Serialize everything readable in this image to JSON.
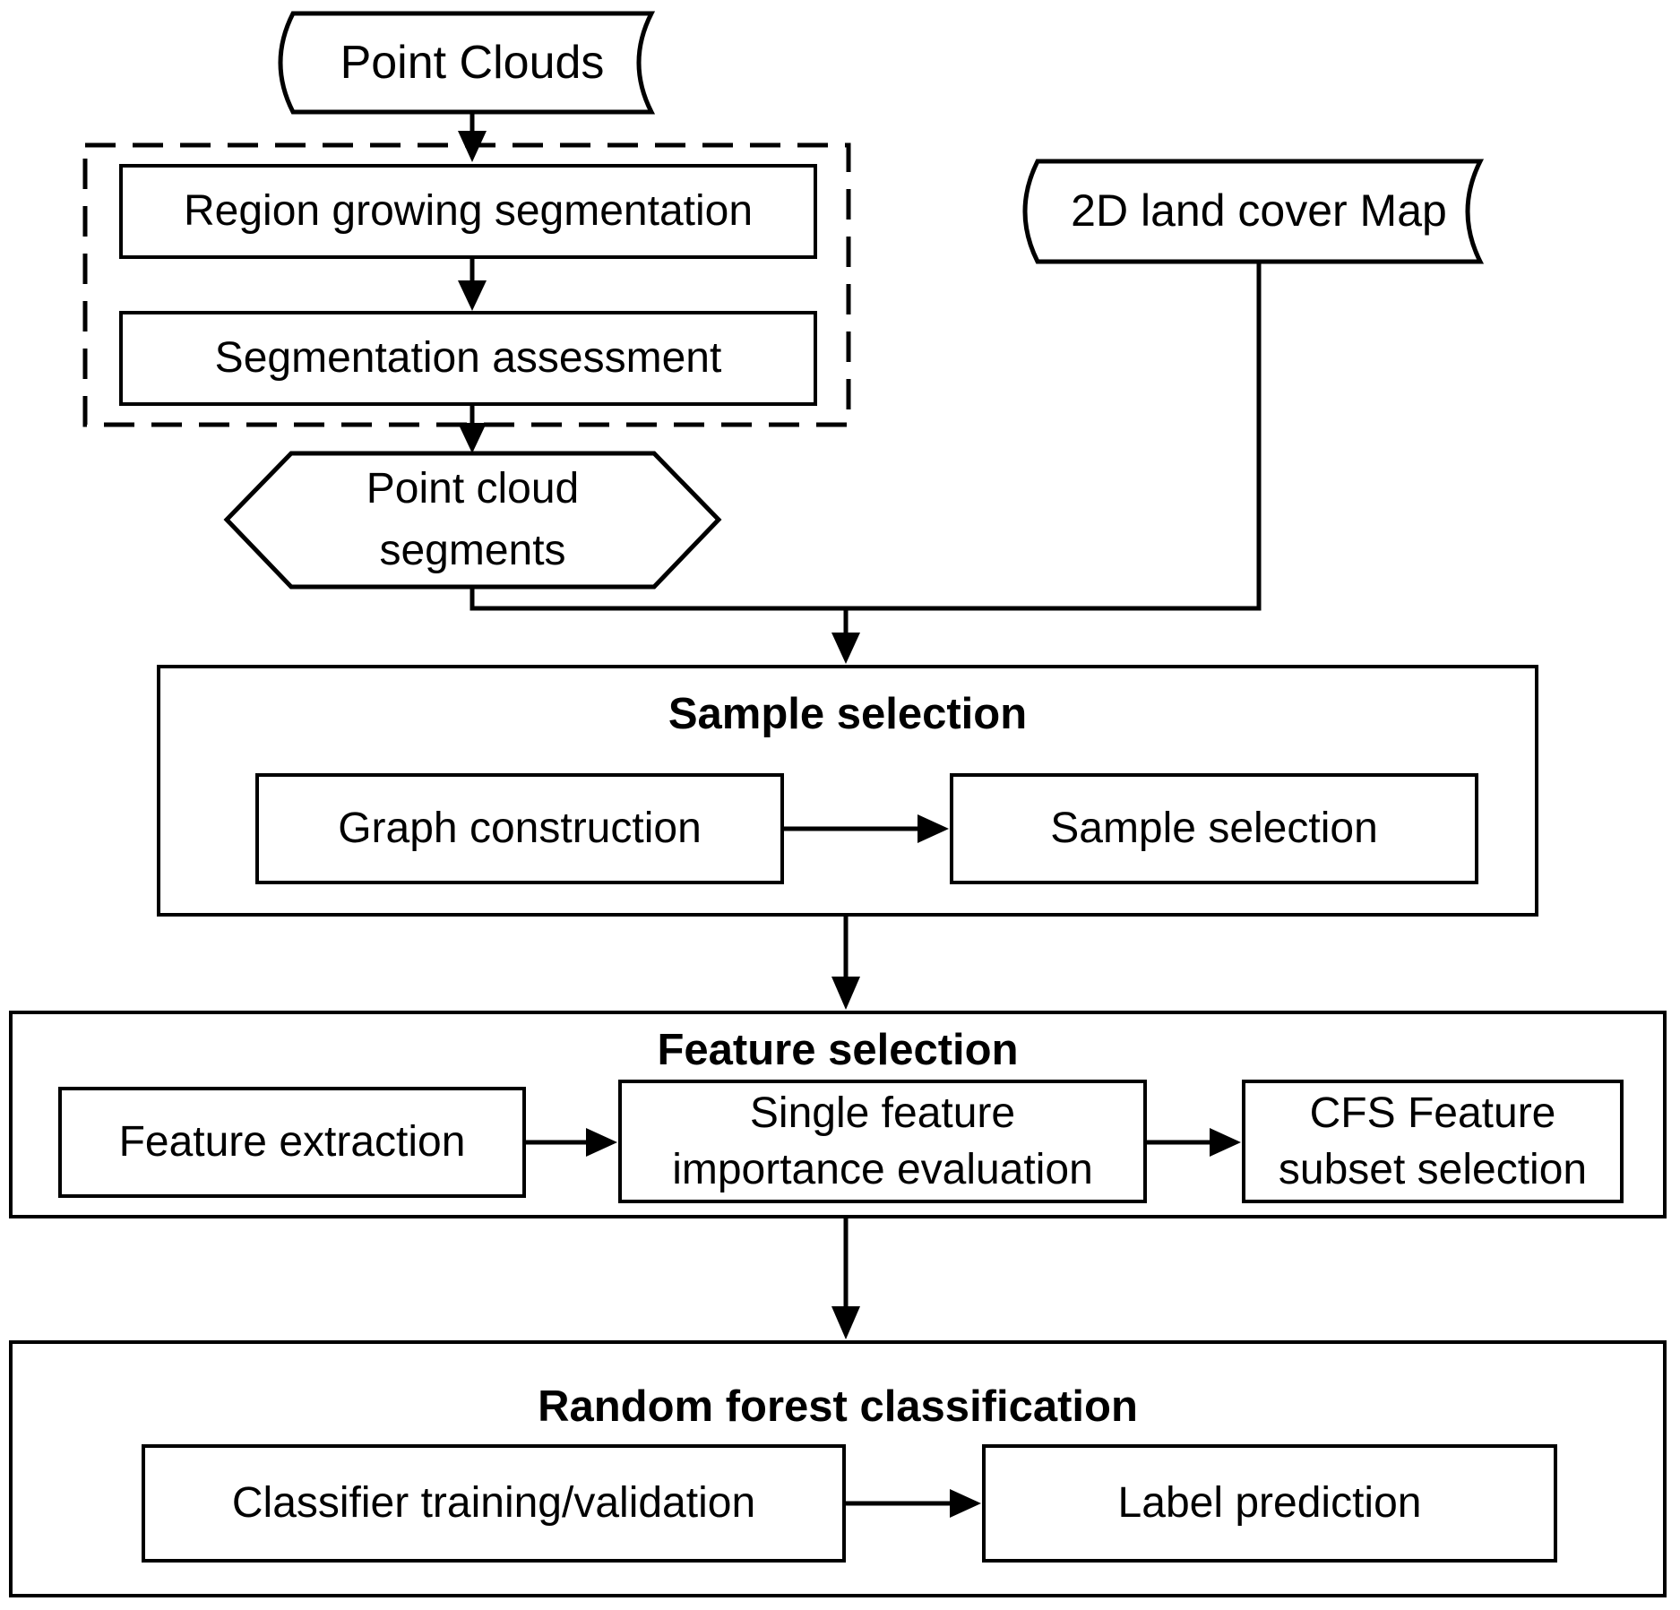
{
  "colors": {
    "stroke": "#000000",
    "background": "#ffffff",
    "text": "#000000"
  },
  "nodes": {
    "point_clouds": {
      "label": "Point Clouds",
      "shape": "stored-data"
    },
    "region_growing": {
      "label": "Region growing segmentation",
      "shape": "rectangle"
    },
    "segmentation_assessment": {
      "label": "Segmentation assessment",
      "shape": "rectangle"
    },
    "point_cloud_segments": {
      "lines": [
        "Point cloud",
        "segments"
      ],
      "shape": "hexagon"
    },
    "land_cover_map": {
      "label": "2D land cover Map",
      "shape": "stored-data"
    },
    "graph_construction": {
      "label": "Graph construction",
      "shape": "rectangle"
    },
    "sample_selection": {
      "label": "Sample selection",
      "shape": "rectangle"
    },
    "feature_extraction": {
      "label": "Feature extraction",
      "shape": "rectangle"
    },
    "single_feature_importance": {
      "lines": [
        "Single feature",
        "importance evaluation"
      ],
      "shape": "rectangle"
    },
    "cfs_feature_subset": {
      "lines": [
        "CFS Feature",
        "subset selection"
      ],
      "shape": "rectangle"
    },
    "classifier_training": {
      "label": "Classifier training/validation",
      "shape": "rectangle"
    },
    "label_prediction": {
      "label": "Label prediction",
      "shape": "rectangle"
    }
  },
  "groups": {
    "sample_selection": {
      "title": "Sample selection"
    },
    "feature_selection": {
      "title": "Feature selection"
    },
    "random_forest": {
      "title": "Random forest classification"
    }
  }
}
